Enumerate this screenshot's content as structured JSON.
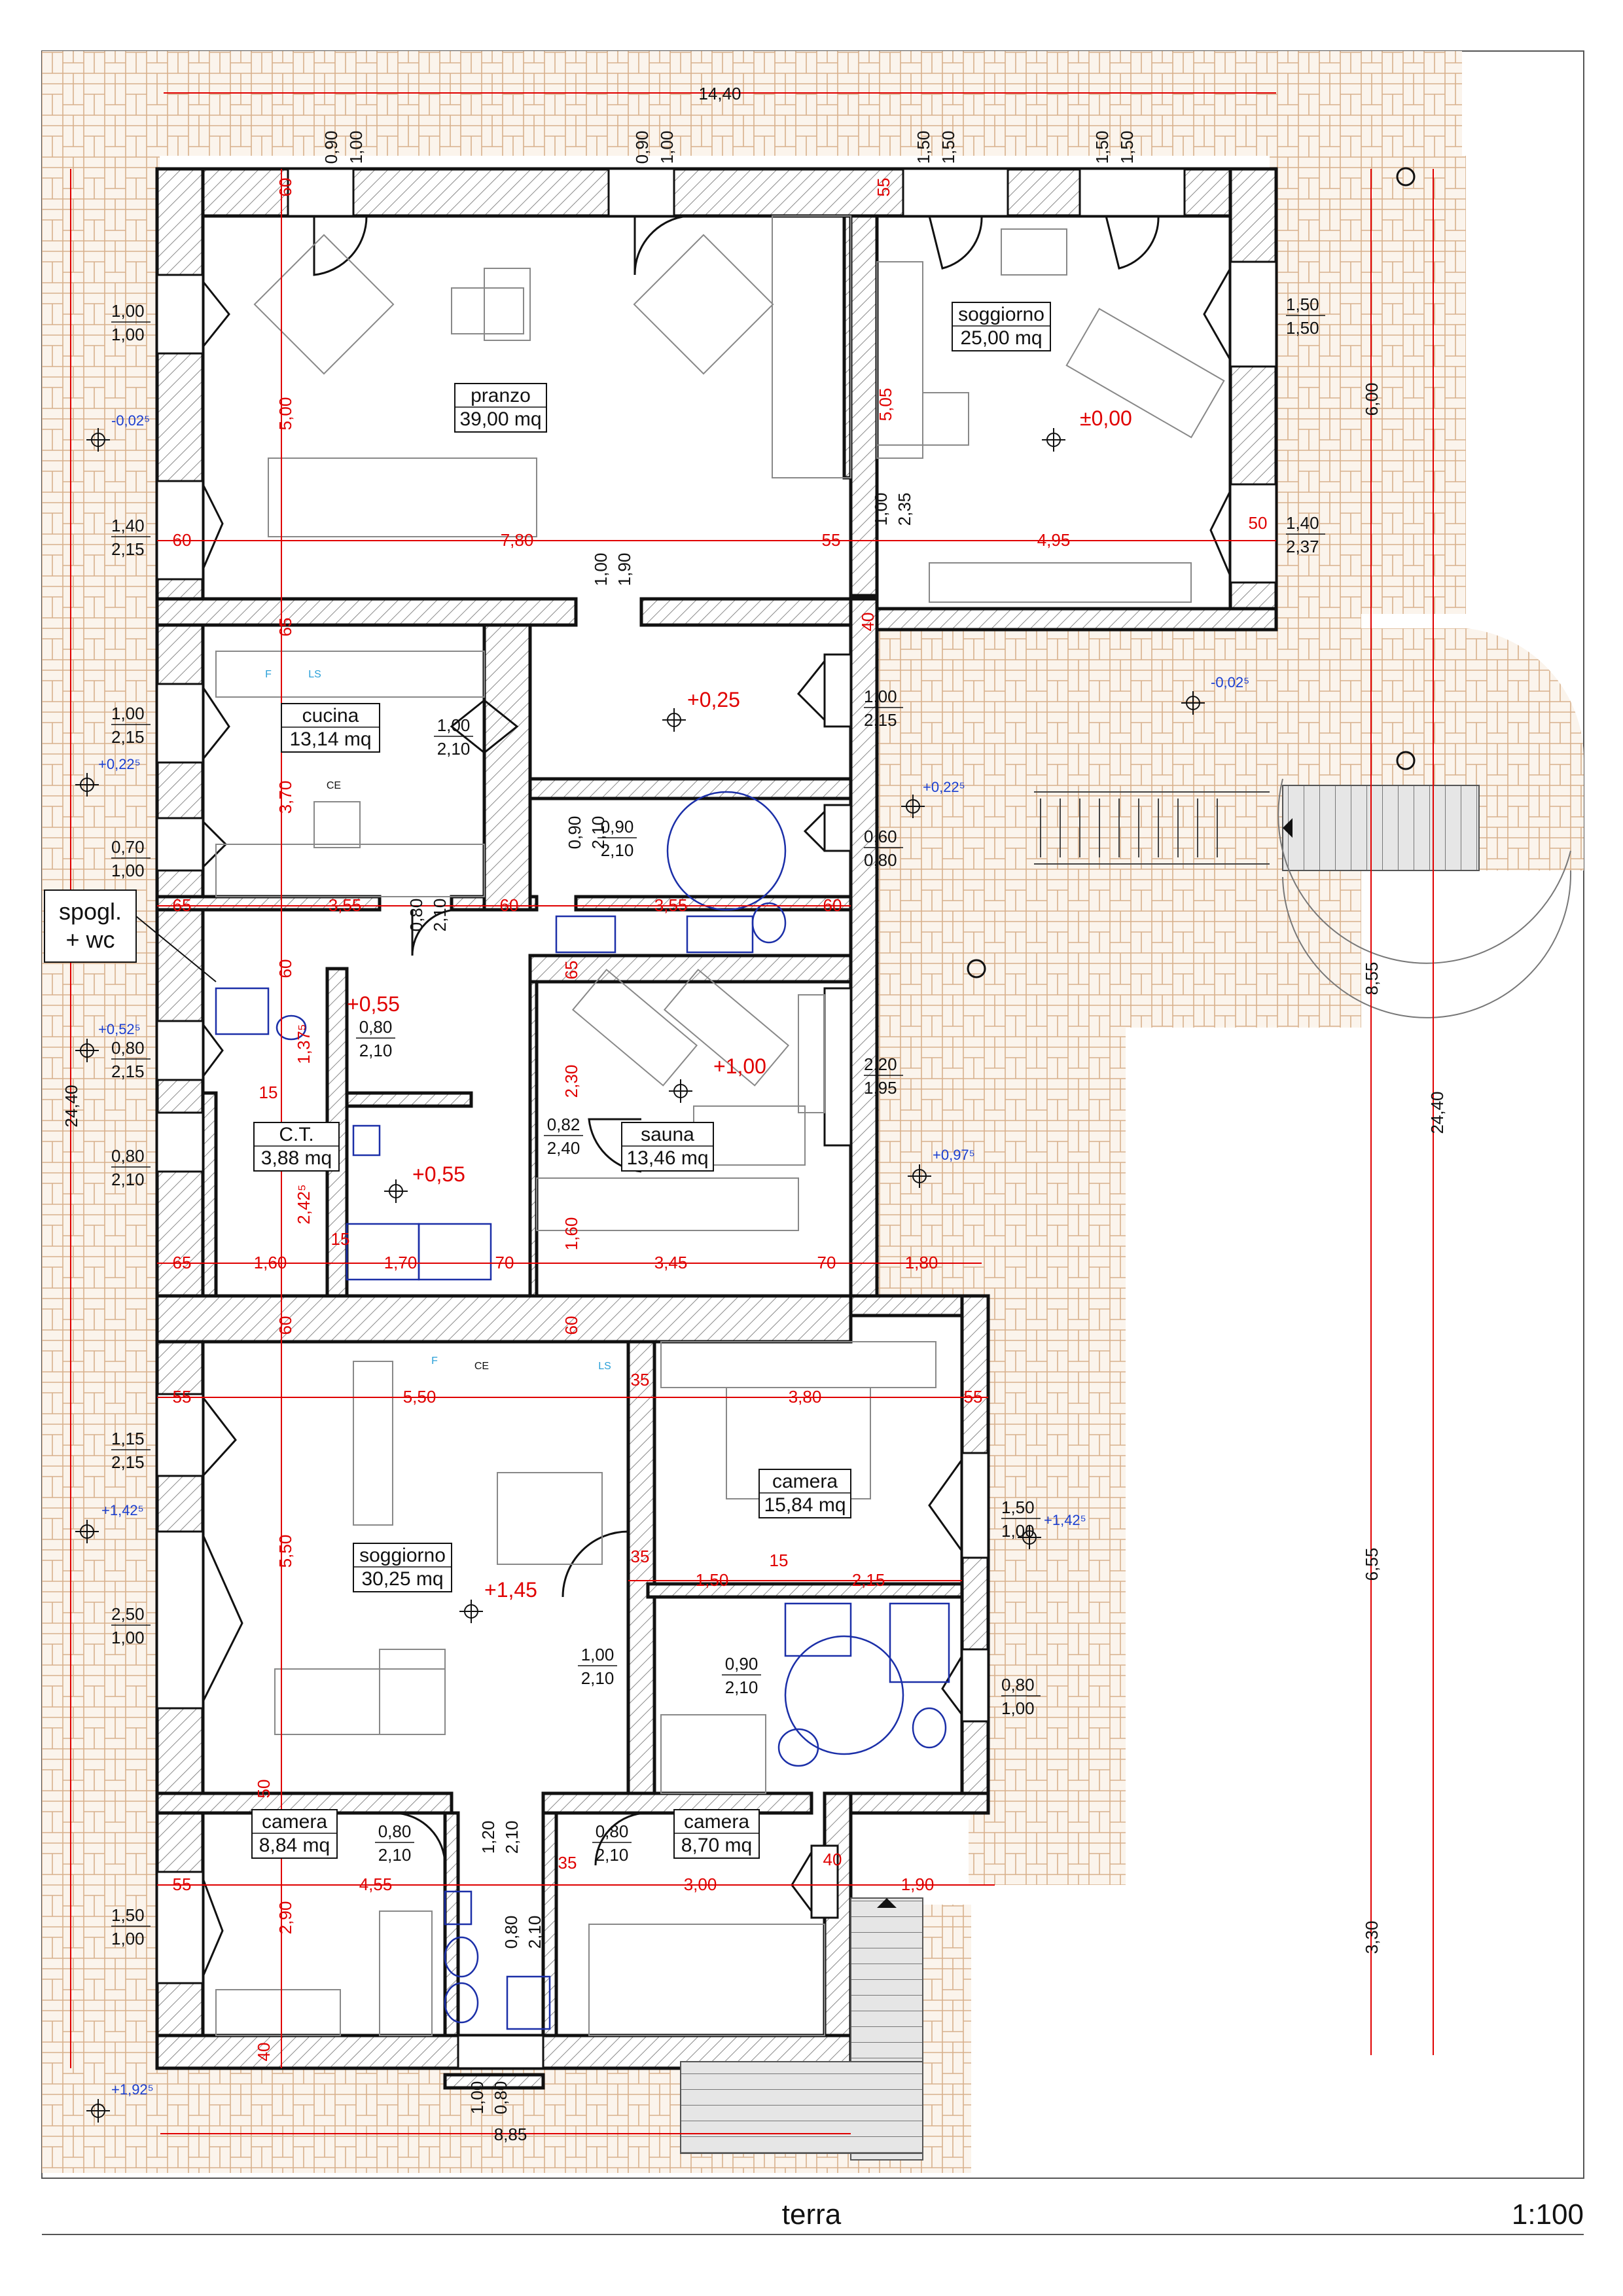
{
  "footer": {
    "title": "terra",
    "scale": "1:100"
  },
  "rooms": [
    {
      "key": "pranzo",
      "name": "pranzo",
      "area": "39,00 mq"
    },
    {
      "key": "soggiorno1",
      "name": "soggiorno",
      "area": "25,00 mq"
    },
    {
      "key": "cucina",
      "name": "cucina",
      "area": "13,14 mq"
    },
    {
      "key": "spogl",
      "name": "spogl.",
      "name2": "+ wc"
    },
    {
      "key": "ct",
      "name": "C.T.",
      "area": "3,88 mq"
    },
    {
      "key": "sauna",
      "name": "sauna",
      "area": "13,46 mq"
    },
    {
      "key": "camera1",
      "name": "camera",
      "area": "15,84 mq"
    },
    {
      "key": "soggiorno2",
      "name": "soggiorno",
      "area": "30,25 mq"
    },
    {
      "key": "camera2",
      "name": "camera",
      "area": "8,84 mq"
    },
    {
      "key": "camera3",
      "name": "camera",
      "area": "8,70 mq"
    }
  ],
  "levels_red": [
    "±0,00",
    "+0,25",
    "+0,55",
    "+0,55",
    "+1,00",
    "+1,45"
  ],
  "levels_blue": [
    "-0,02⁵",
    "-0,02⁵",
    "+0,22⁵",
    "+0,22⁵",
    "+0,52⁵",
    "+0,97⁵",
    "+1,42⁵",
    "+1,42⁵",
    "+1,92⁵"
  ],
  "openings": [
    {
      "a": "1,00",
      "b": "1,00"
    },
    {
      "a": "1,40",
      "b": "2,15"
    },
    {
      "a": "1,00",
      "b": "2,15"
    },
    {
      "a": "0,70",
      "b": "1,00"
    },
    {
      "a": "0,80",
      "b": "2,15"
    },
    {
      "a": "0,80",
      "b": "2,10"
    },
    {
      "a": "1,15",
      "b": "2,15"
    },
    {
      "a": "2,50",
      "b": "1,00"
    },
    {
      "a": "1,50",
      "b": "1,00"
    },
    {
      "a": "1,50",
      "b": "1,50"
    },
    {
      "a": "1,40",
      "b": "2,37"
    },
    {
      "a": "1,00",
      "b": "2,15"
    },
    {
      "a": "0,60",
      "b": "0,80"
    },
    {
      "a": "2,20",
      "b": "1,95"
    },
    {
      "a": "1,50",
      "b": "1,00"
    },
    {
      "a": "0,80",
      "b": "1,00"
    },
    {
      "a": "1,00",
      "b": "1,90"
    },
    {
      "a": "1,00",
      "b": "2,35"
    },
    {
      "a": "1,00",
      "b": "2,10"
    },
    {
      "a": "0,90",
      "b": "2,10"
    },
    {
      "a": "0,90",
      "b": "2,10"
    },
    {
      "a": "0,80",
      "b": "2,10"
    },
    {
      "a": "0,80",
      "b": "2,10"
    },
    {
      "a": "0,82",
      "b": "2,40"
    },
    {
      "a": "1,00",
      "b": "2,10"
    },
    {
      "a": "0,90",
      "b": "2,10"
    },
    {
      "a": "0,80",
      "b": "2,10"
    },
    {
      "a": "1,20",
      "b": "2,10"
    },
    {
      "a": "0,80",
      "b": "2,10"
    },
    {
      "a": "0,80",
      "b": "2,10"
    },
    {
      "a": "1,00",
      "b": "0,80"
    }
  ],
  "top_openings": [
    {
      "a": "0,90",
      "b": "1,00"
    },
    {
      "a": "0,90",
      "b": "1,00"
    },
    {
      "a": "1,50",
      "b": "1,50"
    },
    {
      "a": "1,50",
      "b": "1,50"
    }
  ],
  "dims_black": [
    "14,40",
    "24,40",
    "24,40",
    "6,00",
    "8,55",
    "6,55",
    "3,30",
    "8,85"
  ],
  "dims_red": [
    "60",
    "5,00",
    "60",
    "7,80",
    "55",
    "4,95",
    "50",
    "55",
    "5,05",
    "40",
    "65",
    "3,70",
    "65",
    "3,55",
    "60",
    "3,55",
    "60",
    "60",
    "1,37⁵",
    "15",
    "65",
    "2,30",
    "2,42⁵",
    "1,60",
    "65",
    "1,60",
    "15",
    "1,70",
    "70",
    "3,45",
    "70",
    "1,80",
    "60",
    "60",
    "55",
    "5,50",
    "35",
    "3,80",
    "55",
    "5,50",
    "35",
    "1,50",
    "15",
    "2,15",
    "50",
    "55",
    "4,55",
    "2,90",
    "35",
    "3,00",
    "40",
    "1,90",
    "40"
  ],
  "fixtures": {
    "fridge": "F",
    "washer": "LS",
    "cooker": "CE"
  }
}
